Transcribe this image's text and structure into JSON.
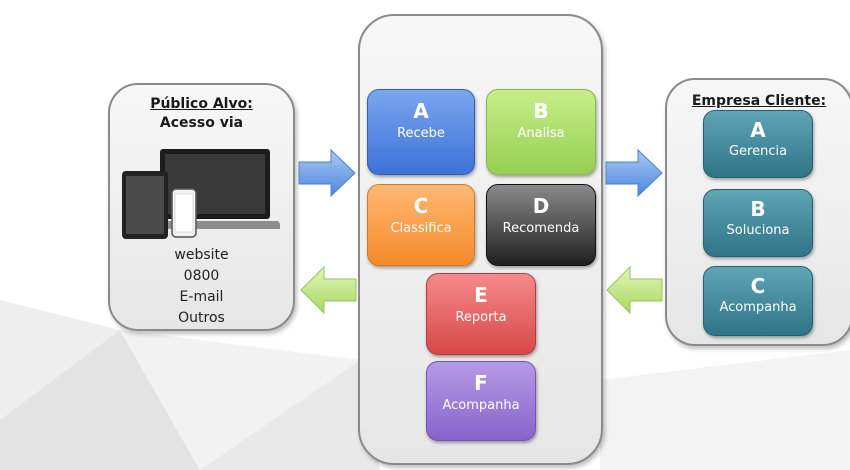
{
  "left_panel": {
    "title_line1": "Público Alvo:",
    "title_line2": "Acesso via",
    "channels": [
      "website",
      "0800",
      "E-mail",
      "Outros"
    ]
  },
  "center_panel": {
    "steps": [
      {
        "letter": "A",
        "label": "Recebe",
        "color": "#4a7fe0"
      },
      {
        "letter": "B",
        "label": "Analisa",
        "color": "#a6db66"
      },
      {
        "letter": "C",
        "label": "Classifica",
        "color": "#f89a3e"
      },
      {
        "letter": "D",
        "label": "Recomenda",
        "color": "#2a2a2a"
      },
      {
        "letter": "E",
        "label": "Reporta",
        "color": "#e05c5c"
      },
      {
        "letter": "F",
        "label": "Acompanha",
        "color": "#9474d6"
      }
    ]
  },
  "right_panel": {
    "title": "Empresa Cliente:",
    "steps": [
      {
        "letter": "A",
        "label": "Gerencia",
        "color": "#3f8497"
      },
      {
        "letter": "B",
        "label": "Soluciona",
        "color": "#3f8497"
      },
      {
        "letter": "C",
        "label": "Acompanha",
        "color": "#3f8497"
      }
    ]
  },
  "arrows": {
    "forward_color": "#5b9be6",
    "back_color": "#b6e07a"
  }
}
